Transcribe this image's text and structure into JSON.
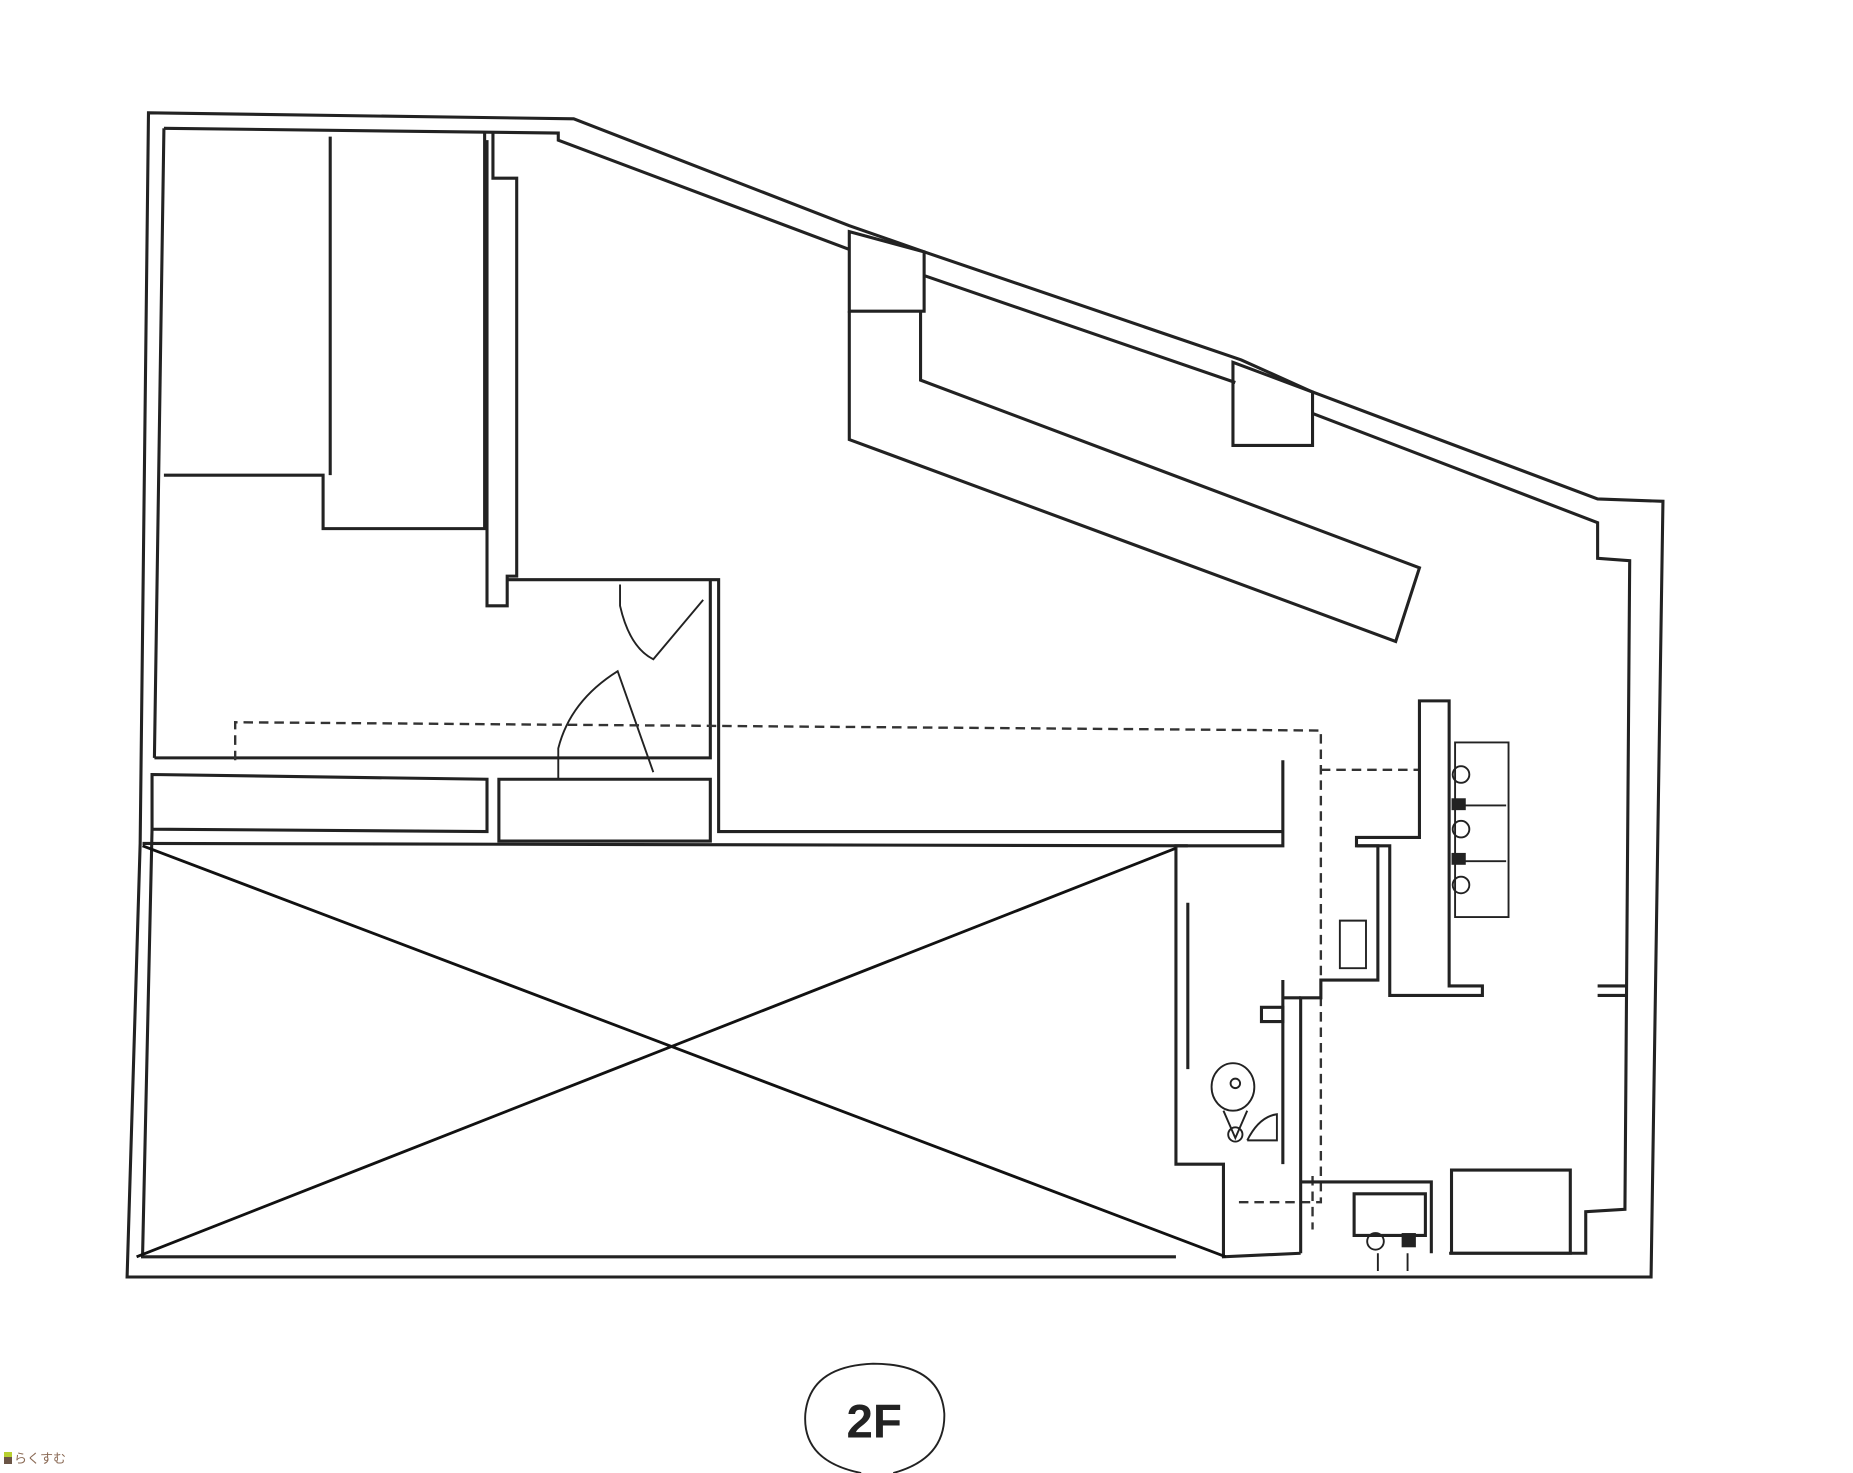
{
  "floor_plan": {
    "floor_label": "2F",
    "excluded_area_marker": "X",
    "watermark": "らくすむ"
  },
  "colors": {
    "line": "#222222",
    "background": "#ffffff",
    "watermark": "#8a6a55"
  }
}
